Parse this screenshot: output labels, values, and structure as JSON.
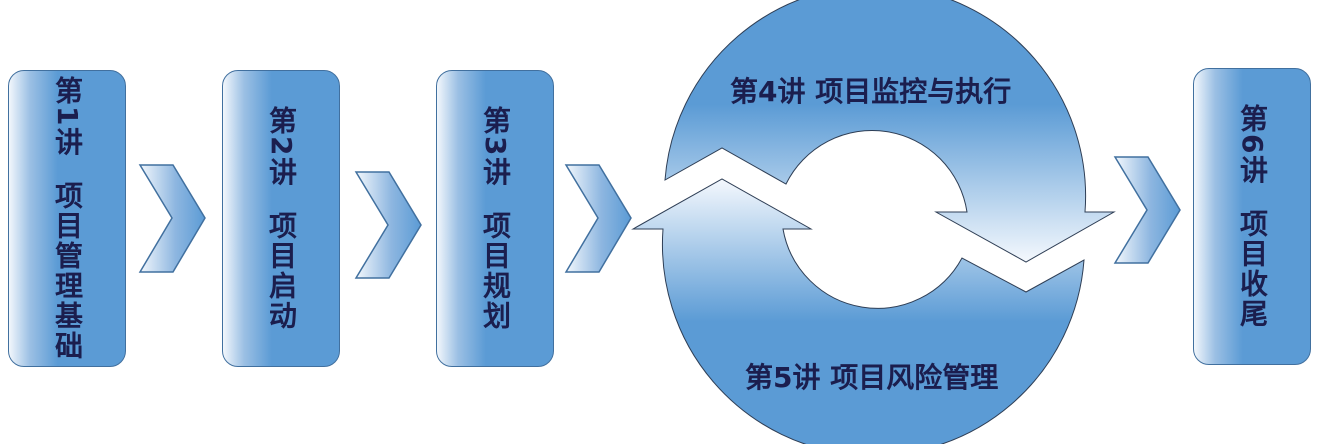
{
  "steps": [
    {
      "label": "第1讲  项目管理基础"
    },
    {
      "label": "第2讲  项目启动"
    },
    {
      "label": "第3讲  项目规划"
    },
    {
      "label": "第6讲  项目收尾"
    }
  ],
  "cycle": {
    "top_label": "第4讲 项目监控与执行",
    "bottom_label": "第5讲 项目风险管理"
  },
  "colors": {
    "fill": "#5b9bd5",
    "border": "#41709f",
    "text": "#1b1e4e"
  }
}
